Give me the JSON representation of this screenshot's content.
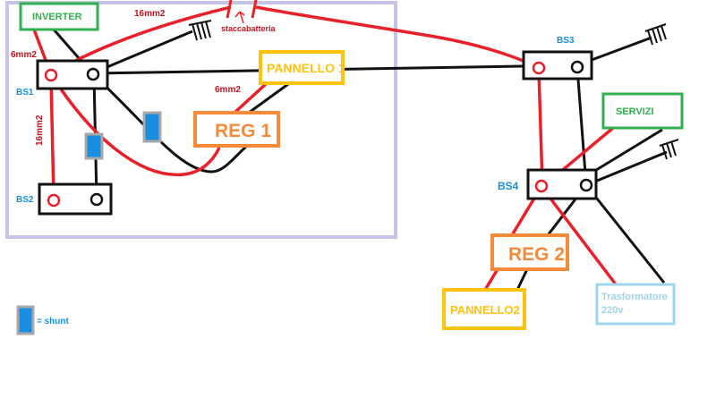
{
  "labels": {
    "inverter": "INVERTER",
    "pannello1": "PANNELLO 1",
    "reg1": "REG 1",
    "bs1": "BS1",
    "bs2": "BS2",
    "bs3": "BS3",
    "bs4": "BS4",
    "servizi": "SERVIZI",
    "reg2": "REG 2",
    "pannello2": "PANNELLO2",
    "trasformatore_line1": "Trasformatore",
    "trasformatore_line2": "220v",
    "wire_16mm2_top": "16mm2",
    "wire_6mm2_left": "6mm2",
    "wire_6mm2_reg": "6mm2",
    "wire_16mm2_vertical": "16mm2",
    "staccabatteria": "staccabatteria",
    "legend_shunt": "= shunt"
  },
  "colors": {
    "positive_wire": "#e8202a",
    "negative_wire": "#111111",
    "inverter_box": "#2fb14f",
    "servizi_box": "#2fb14f",
    "pannello_box": "#ffc20e",
    "reg_box": "#f58a3a",
    "trasformatore_box": "#9fd4ea",
    "busbar": "#111111",
    "shunt_fill": "#1a8fe0",
    "shunt_border": "#a9a9a9",
    "enclosure": "#c5c3e6",
    "bs_label": "#1a8fe0"
  }
}
